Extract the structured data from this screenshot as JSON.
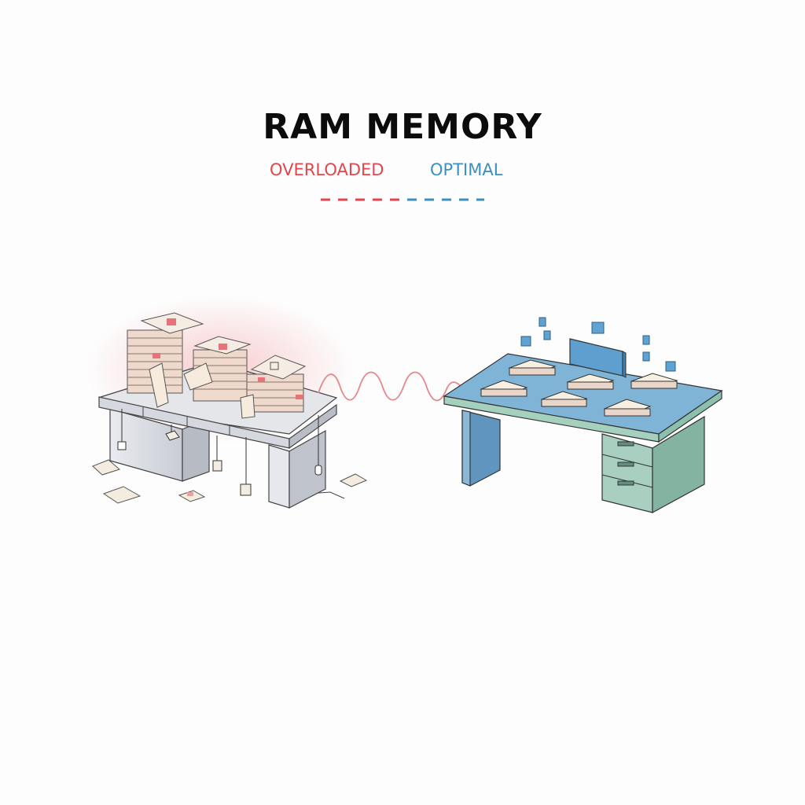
{
  "diagram": {
    "title": "RAM MEMORY",
    "legend": {
      "overloaded": {
        "label": "OVERLOADED",
        "color": "#e2464c"
      },
      "optimal": {
        "label": "OPTIMAL",
        "color": "#3d8fbd"
      }
    },
    "left_panel": {
      "name": "overloaded-desk",
      "description": "Cluttered gray desk with tall stacks of papers, red alert markers, dangling cables, scattered papers"
    },
    "right_panel": {
      "name": "optimal-desk",
      "description": "Tidy blue desk with six neat paper stacks, monitor, floating blue cubes, drawer cabinet"
    },
    "connector": {
      "type": "sine-wave",
      "color": "#e8858a"
    }
  }
}
